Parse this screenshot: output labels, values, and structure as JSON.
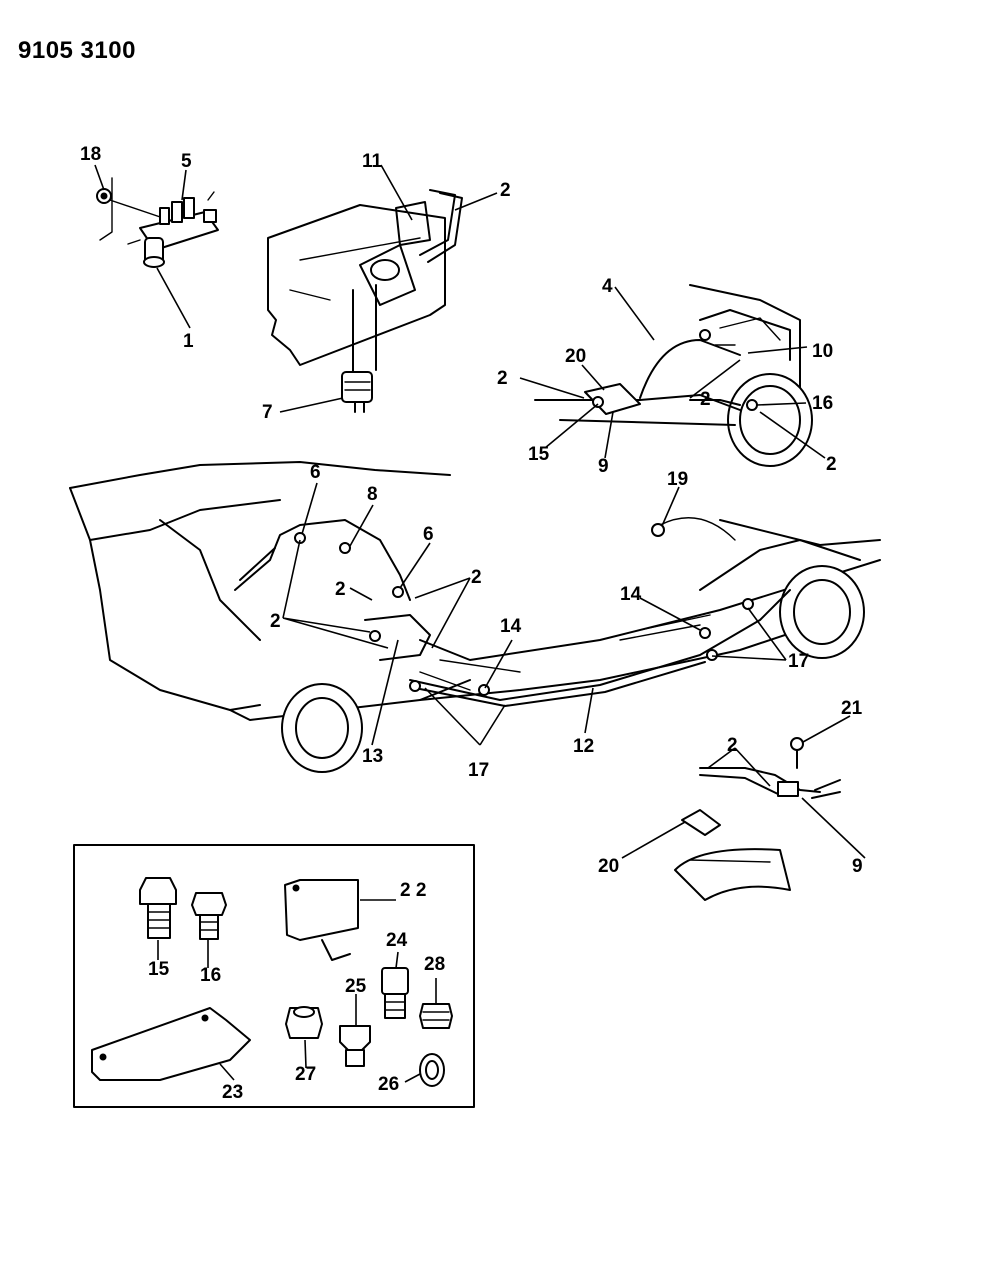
{
  "document_number": "9105 3100",
  "callouts": {
    "c1": "1",
    "c2": "2",
    "c4": "4",
    "c5": "5",
    "c6": "6",
    "c7": "7",
    "c8": "8",
    "c9": "9",
    "c10": "10",
    "c11": "11",
    "c12": "12",
    "c13": "13",
    "c14": "14",
    "c15": "15",
    "c16": "16",
    "c17": "17",
    "c18": "18",
    "c19": "19",
    "c20": "20",
    "c21": "21",
    "c22": "2 2",
    "c23": "23",
    "c24": "24",
    "c25": "25",
    "c26": "26",
    "c27": "27",
    "c28": "28"
  }
}
